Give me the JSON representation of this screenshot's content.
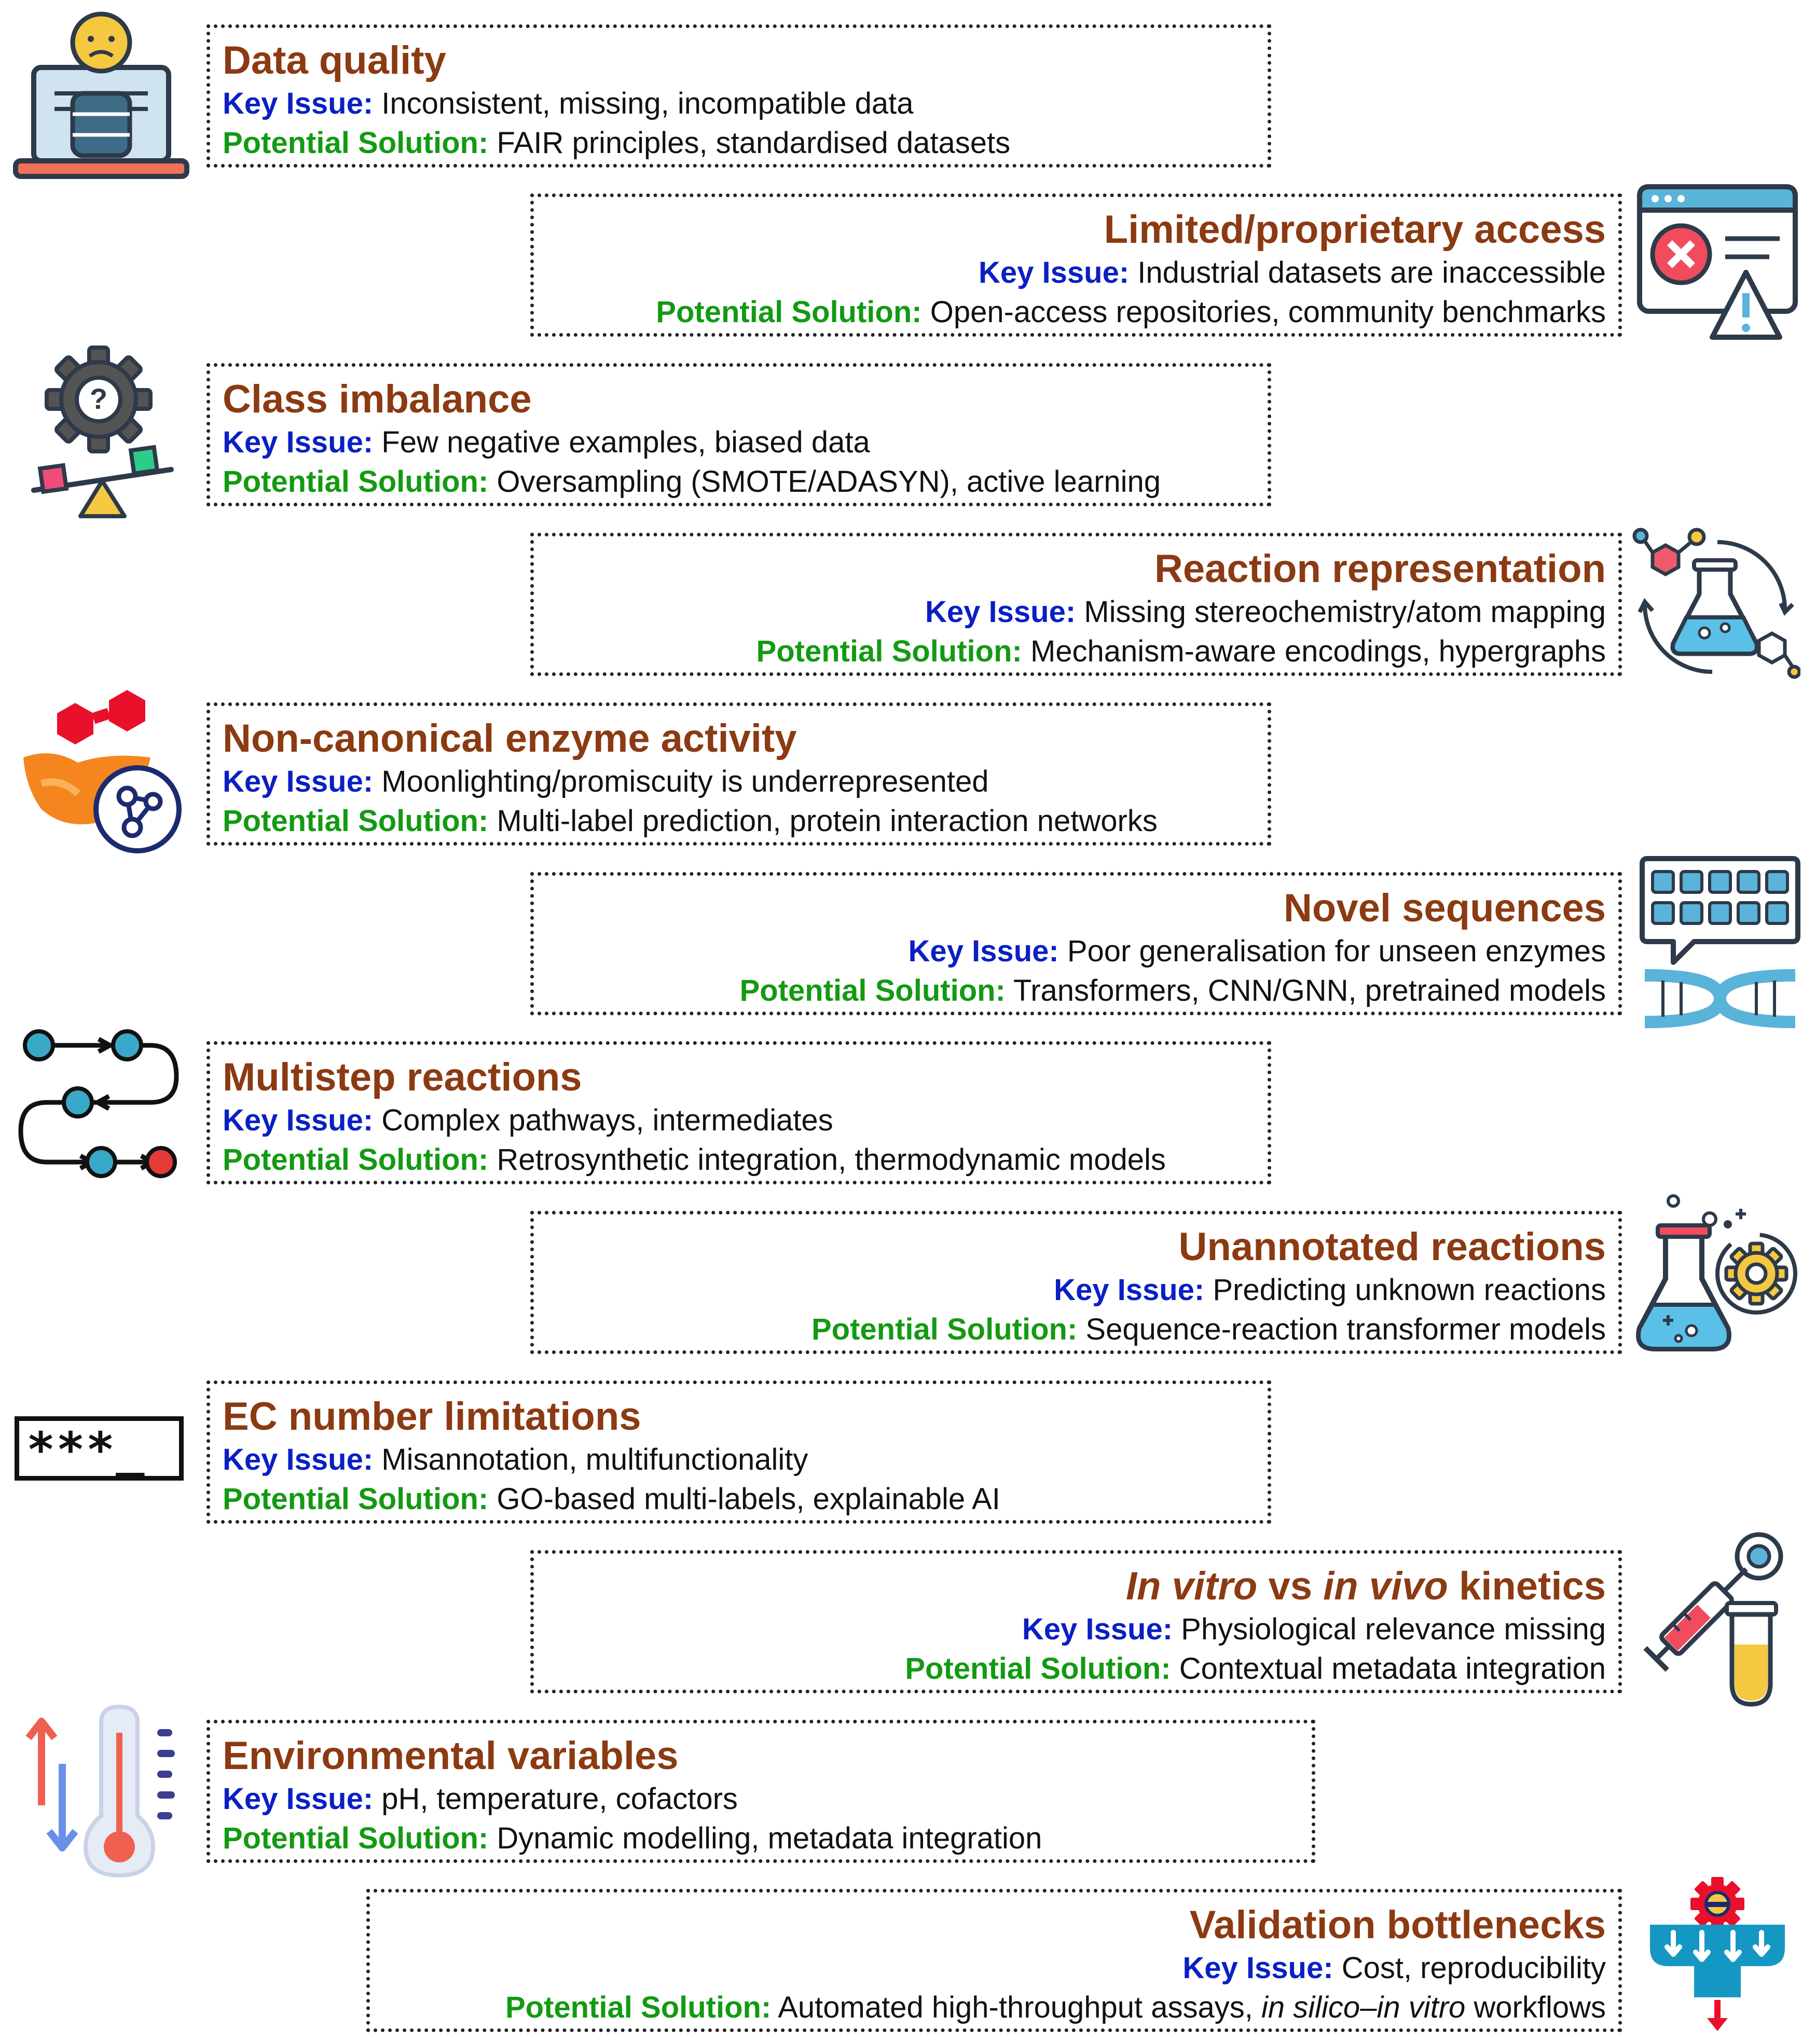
{
  "key_issue_label": "Key Issue:",
  "potential_solution_label": "Potential Solution:",
  "cards": [
    {
      "title": "Data quality",
      "key_issue": "Inconsistent, missing, incompatible data",
      "solution": "FAIR principles, standardised datasets"
    },
    {
      "title": "Limited/proprietary access",
      "key_issue": "Industrial datasets are inaccessible",
      "solution": "Open-access repositories, community benchmarks"
    },
    {
      "title": "Class imbalance",
      "key_issue": "Few negative examples, biased data",
      "solution": "Oversampling (SMOTE/ADASYN), active learning"
    },
    {
      "title": "Reaction representation",
      "key_issue": "Missing stereochemistry/atom mapping",
      "solution": "Mechanism-aware encodings, hypergraphs"
    },
    {
      "title": "Non-canonical enzyme activity",
      "key_issue": "Moonlighting/promiscuity is underrepresented",
      "solution": "Multi-label prediction, protein interaction networks"
    },
    {
      "title": "Novel sequences",
      "key_issue": "Poor generalisation for unseen enzymes",
      "solution": "Transformers, CNN/GNN, pretrained models"
    },
    {
      "title": "Multistep reactions",
      "key_issue": "Complex pathways, intermediates",
      "solution": "Retrosynthetic integration, thermodynamic models"
    },
    {
      "title": "Unannotated reactions",
      "key_issue": "Predicting unknown reactions",
      "solution": "Sequence-reaction transformer models"
    },
    {
      "title": "EC number limitations",
      "key_issue": "Misannotation, multifunctionality",
      "solution": "GO-based multi-labels, explainable AI"
    },
    {
      "title_parts": [
        "In vitro",
        " vs ",
        "in vivo",
        " kinetics"
      ],
      "key_issue": "Physiological relevance missing",
      "solution": "Contextual metadata integration"
    },
    {
      "title": "Environmental variables",
      "key_issue": "pH, temperature, cofactors",
      "solution": "Dynamic modelling, metadata integration"
    },
    {
      "title": "Validation bottlenecks",
      "key_issue": "Cost, reproducibility",
      "solution_parts": [
        "Automated high-throughput assays, ",
        "in silico",
        "–",
        "in vitro",
        " workflows"
      ]
    }
  ],
  "ec_icon_text": "***_",
  "icons": [
    "laptop-database-icon",
    "browser-error-warning-icon",
    "gear-question-seesaw-icon",
    "molecule-flask-cycle-icon",
    "hexagon-protein-network-icon",
    "sequence-dna-icon",
    "multistep-pathway-icon",
    "flask-gear-icon",
    "ec-code-icon",
    "syringe-test-tube-icon",
    "thermometer-arrows-icon",
    "funnel-gear-icon"
  ],
  "colors": {
    "title": "#8b3a12",
    "key_issue": "#0a1fc4",
    "potential_solution": "#139a12"
  }
}
